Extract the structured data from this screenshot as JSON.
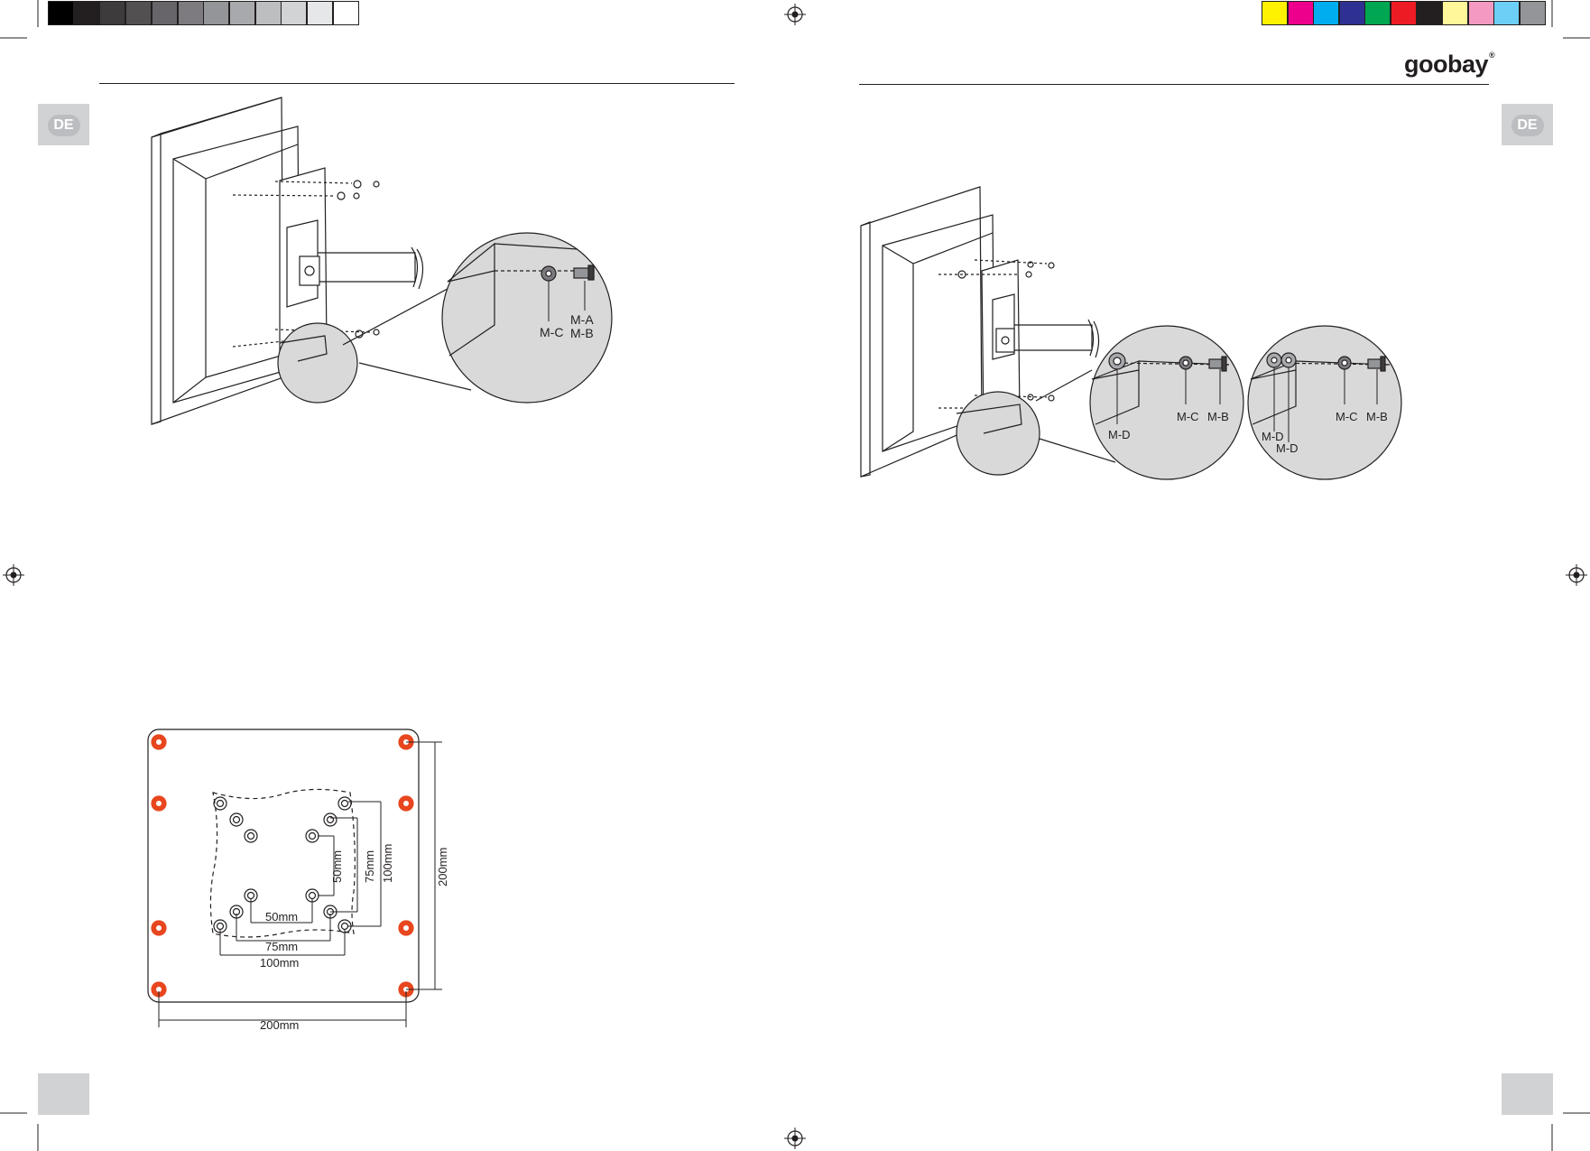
{
  "colors": {
    "grayscale_bar": [
      "#000000",
      "#231f20",
      "#3d3b3c",
      "#525051",
      "#67656a",
      "#7d7b80",
      "#939598",
      "#a7a9ac",
      "#bcbec0",
      "#d1d3d4",
      "#e6e7e8",
      "#ffffff"
    ],
    "process_bar": [
      "#fff200",
      "#ec008c",
      "#00aeef",
      "#2e3192",
      "#00a651",
      "#ed1c24",
      "#231f20",
      "#fff799",
      "#f49ac1",
      "#6dcff6",
      "#939598"
    ],
    "drawing_line": "#231f20",
    "detail_fill": "#d9d9d9",
    "vesa_hole_accent": "#e8461e",
    "page_tab": "#d1d2d4"
  },
  "left_page": {
    "language_tab": "DE",
    "figure_1_labels": {
      "washer": "M-C",
      "screw_a": "M-A",
      "screw_b": "M-B"
    },
    "vesa_plate": {
      "dim_h_50": "50mm",
      "dim_h_75": "75mm",
      "dim_h_100": "100mm",
      "dim_h_200": "200mm",
      "dim_v_50": "50mm",
      "dim_v_75": "75mm",
      "dim_v_100": "100mm",
      "dim_v_200": "200mm"
    }
  },
  "right_page": {
    "brand_logo": "goobay",
    "brand_logo_reg": "®",
    "language_tab": "DE",
    "figure_2_detail_1": {
      "spacer": "M-D",
      "washer": "M-C",
      "screw": "M-B"
    },
    "figure_2_detail_2": {
      "spacer_1": "M-D",
      "spacer_2": "M-D",
      "washer": "M-C",
      "screw": "M-B"
    }
  }
}
